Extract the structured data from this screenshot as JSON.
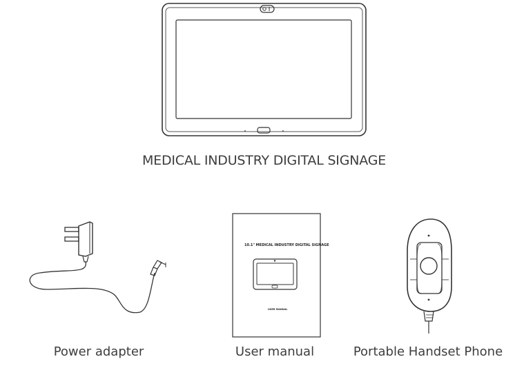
{
  "main_caption": "MEDICAL INDUSTRY DIGITAL SIGNAGE",
  "accessories": [
    {
      "label": "Power adapter",
      "icon": "power-adapter-icon"
    },
    {
      "label": "User manual",
      "icon": "user-manual-icon"
    },
    {
      "label": "Portable Handset Phone",
      "icon": "handset-phone-icon"
    }
  ],
  "manual_cover": {
    "title": "10.1\"  MEDICAL INDUSTRY DIGITAL SIGNAGE",
    "subtitle": "USER MANUAL"
  }
}
